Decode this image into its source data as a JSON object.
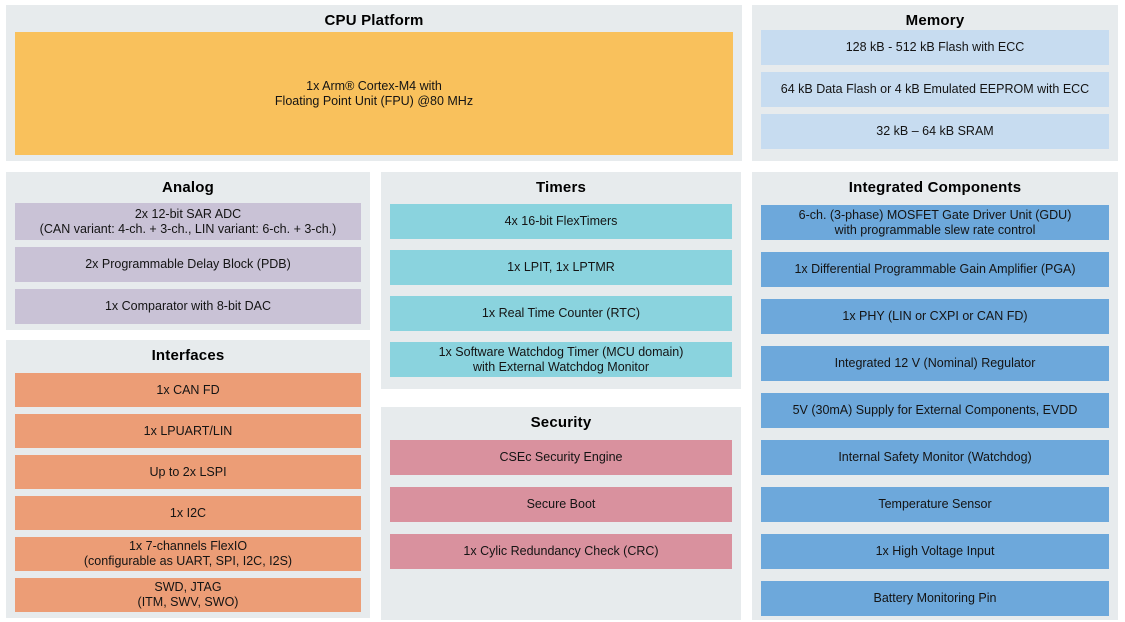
{
  "colors": {
    "section_bg": "#e7ebed",
    "cpu": "#f9c15c",
    "memory": "#c7dcf0",
    "analog": "#c9c2d6",
    "timers": "#8ad3de",
    "interfaces": "#ec9d76",
    "security": "#d9919e",
    "integrated": "#6da8db"
  },
  "sections": {
    "cpu": {
      "title": "CPU Platform",
      "blocks": [
        "1x Arm® Cortex-M4 with\nFloating Point Unit (FPU) @80 MHz"
      ]
    },
    "memory": {
      "title": "Memory",
      "blocks": [
        "128 kB - 512 kB Flash with ECC",
        "64 kB Data Flash or 4 kB Emulated EEPROM with ECC",
        "32 kB – 64 kB SRAM"
      ]
    },
    "analog": {
      "title": "Analog",
      "blocks": [
        "2x 12-bit SAR ADC\n(CAN variant: 4-ch. + 3-ch., LIN variant: 6-ch. + 3-ch.)",
        "2x Programmable Delay Block (PDB)",
        "1x Comparator with 8-bit DAC"
      ]
    },
    "timers": {
      "title": "Timers",
      "blocks": [
        "4x 16-bit FlexTimers",
        "1x LPIT, 1x LPTMR",
        "1x Real Time Counter (RTC)",
        "1x Software Watchdog Timer (MCU domain)\nwith External Watchdog Monitor"
      ]
    },
    "interfaces": {
      "title": "Interfaces",
      "blocks": [
        "1x CAN FD",
        "1x LPUART/LIN",
        "Up to 2x LSPI",
        "1x I2C",
        "1x 7-channels FlexIO\n(configurable as UART, SPI, I2C, I2S)",
        "SWD, JTAG\n(ITM, SWV, SWO)"
      ]
    },
    "security": {
      "title": "Security",
      "blocks": [
        "CSEc Security Engine",
        "Secure Boot",
        "1x Cylic Redundancy Check (CRC)"
      ]
    },
    "integrated": {
      "title": "Integrated Components",
      "blocks": [
        "6-ch. (3-phase) MOSFET Gate Driver Unit (GDU)\nwith programmable slew rate control",
        "1x Differential Programmable Gain Amplifier (PGA)",
        "1x PHY (LIN or CXPI or CAN FD)",
        "Integrated 12 V (Nominal) Regulator",
        "5V (30mA) Supply for External Components, EVDD",
        "Internal Safety Monitor (Watchdog)",
        "Temperature Sensor",
        "1x High Voltage Input",
        "Battery Monitoring Pin"
      ]
    }
  }
}
